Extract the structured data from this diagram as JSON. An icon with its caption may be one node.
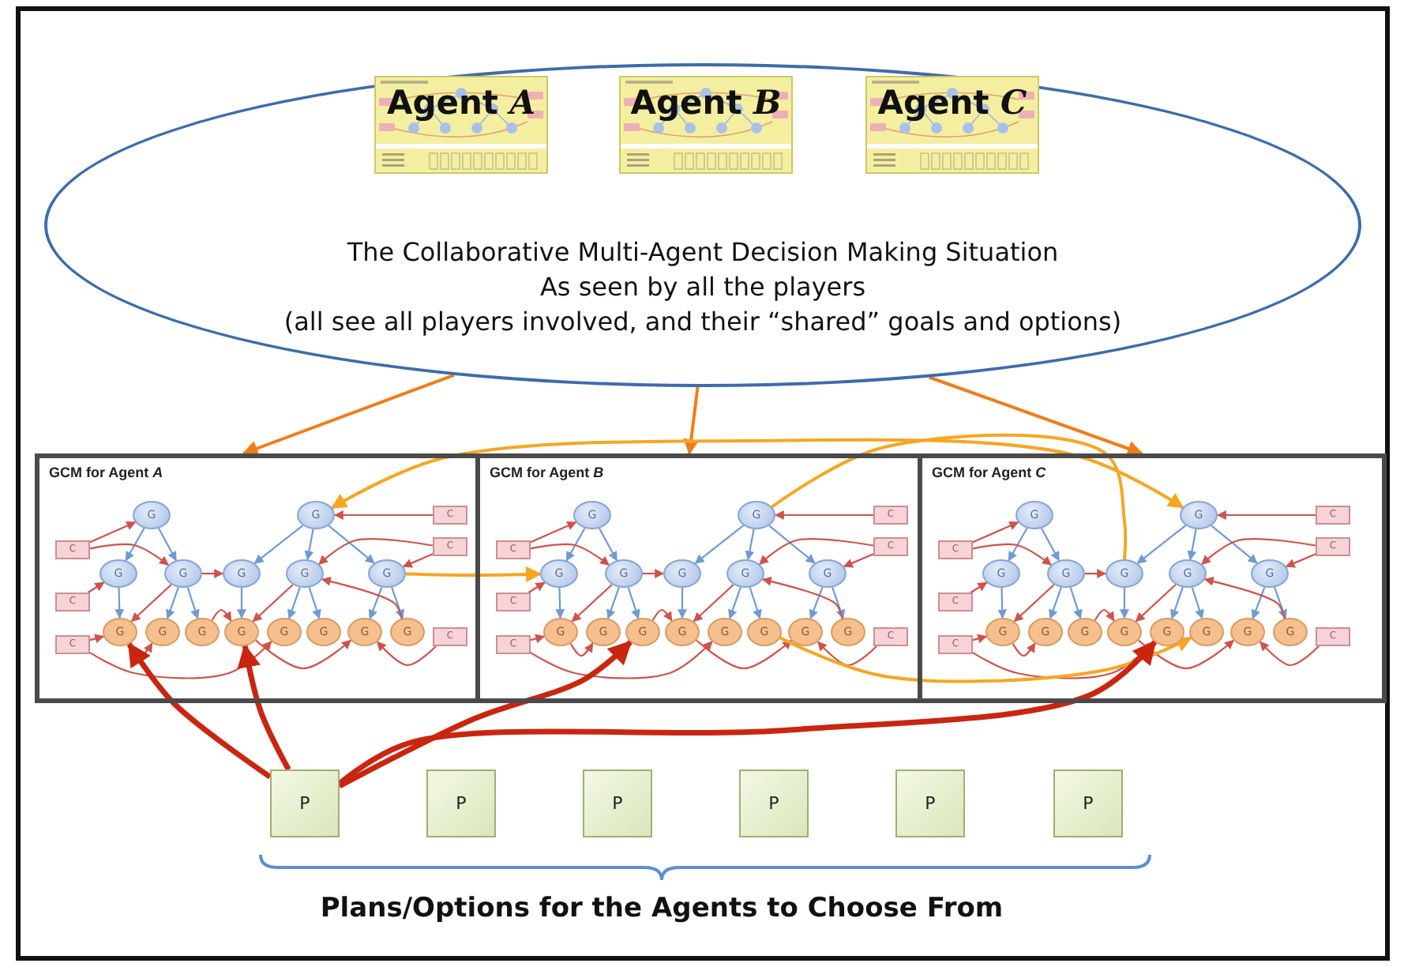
{
  "diagram": {
    "nodes": [
      {
        "text": [
          "The Collaborative Multi-Agent Decision Making Situation",
          "As seen by all the players",
          "(all see all players involved, and their “shared” goals and options)"
        ]
      },
      {
        "text": [
          "Agent *A*"
        ],
        "in": 0
      },
      {
        "text": [
          "Agent *B*"
        ],
        "in": 0
      },
      {
        "text": [
          "Agent *C*"
        ],
        "in": 0
      },
      {
        "text": [
          "GCM for Agent *A*"
        ]
      },
      {
        "text": [
          "G"
        ],
        "in": 4
      },
      {
        "text": [
          "G"
        ],
        "in": 4
      },
      {
        "text": [
          "C"
        ],
        "in": 4
      },
      {
        "text": [
          "C"
        ],
        "in": 4
      },
      {
        "text": [
          "C"
        ],
        "in": 4
      },
      {
        "text": [
          "G"
        ],
        "in": 4
      },
      {
        "text": [
          "G"
        ],
        "in": 4
      },
      {
        "text": [
          "G"
        ],
        "in": 4
      },
      {
        "text": [
          "G"
        ],
        "in": 4
      },
      {
        "text": [
          "G"
        ],
        "in": 4
      },
      {
        "text": [
          "C"
        ],
        "in": 4
      },
      {
        "text": [
          "C"
        ],
        "in": 4
      },
      {
        "text": [
          "G"
        ],
        "in": 4
      },
      {
        "text": [
          "G"
        ],
        "in": 4
      },
      {
        "text": [
          "G"
        ],
        "in": 4
      },
      {
        "text": [
          "G"
        ],
        "in": 4
      },
      {
        "text": [
          "G"
        ],
        "in": 4
      },
      {
        "text": [
          "G"
        ],
        "in": 4
      },
      {
        "text": [
          "G"
        ],
        "in": 4
      },
      {
        "text": [
          "G"
        ],
        "in": 4
      },
      {
        "text": [
          "C"
        ],
        "in": 4
      },
      {
        "text": [
          "GCM for Agent *B*"
        ]
      },
      {
        "text": [
          "G"
        ],
        "in": 26
      },
      {
        "text": [
          "G"
        ],
        "in": 26
      },
      {
        "text": [
          "C"
        ],
        "in": 26
      },
      {
        "text": [
          "C"
        ],
        "in": 26
      },
      {
        "text": [
          "C"
        ],
        "in": 26
      },
      {
        "text": [
          "G"
        ],
        "in": 26
      },
      {
        "text": [
          "G"
        ],
        "in": 26
      },
      {
        "text": [
          "G"
        ],
        "in": 26
      },
      {
        "text": [
          "G"
        ],
        "in": 26
      },
      {
        "text": [
          "G"
        ],
        "in": 26
      },
      {
        "text": [
          "C"
        ],
        "in": 26
      },
      {
        "text": [
          "C"
        ],
        "in": 26
      },
      {
        "text": [
          "G"
        ],
        "in": 26
      },
      {
        "text": [
          "G"
        ],
        "in": 26
      },
      {
        "text": [
          "G"
        ],
        "in": 26
      },
      {
        "text": [
          "G"
        ],
        "in": 26
      },
      {
        "text": [
          "G"
        ],
        "in": 26
      },
      {
        "text": [
          "G"
        ],
        "in": 26
      },
      {
        "text": [
          "G"
        ],
        "in": 26
      },
      {
        "text": [
          "G"
        ],
        "in": 26
      },
      {
        "text": [
          "C"
        ],
        "in": 26
      },
      {
        "text": [
          "GCM for Agent *C*"
        ]
      },
      {
        "text": [
          "G"
        ],
        "in": 48
      },
      {
        "text": [
          "G"
        ],
        "in": 48
      },
      {
        "text": [
          "C"
        ],
        "in": 48
      },
      {
        "text": [
          "C"
        ],
        "in": 48
      },
      {
        "text": [
          "C"
        ],
        "in": 48
      },
      {
        "text": [
          "G"
        ],
        "in": 48
      },
      {
        "text": [
          "G"
        ],
        "in": 48
      },
      {
        "text": [
          "G"
        ],
        "in": 48
      },
      {
        "text": [
          "G"
        ],
        "in": 48
      },
      {
        "text": [
          "G"
        ],
        "in": 48
      },
      {
        "text": [
          "C"
        ],
        "in": 48
      },
      {
        "text": [
          "C"
        ],
        "in": 48
      },
      {
        "text": [
          "G"
        ],
        "in": 48
      },
      {
        "text": [
          "G"
        ],
        "in": 48
      },
      {
        "text": [
          "G"
        ],
        "in": 48
      },
      {
        "text": [
          "G"
        ],
        "in": 48
      },
      {
        "text": [
          "G"
        ],
        "in": 48
      },
      {
        "text": [
          "G"
        ],
        "in": 48
      },
      {
        "text": [
          "G"
        ],
        "in": 48
      },
      {
        "text": [
          "G"
        ],
        "in": 48
      },
      {
        "text": [
          "C"
        ],
        "in": 48
      },
      {
        "text": [
          "P"
        ]
      },
      {
        "text": [
          "P"
        ]
      },
      {
        "text": [
          "P"
        ]
      },
      {
        "text": [
          "P"
        ]
      },
      {
        "text": [
          "P"
        ]
      },
      {
        "text": [
          "P"
        ]
      }
    ],
    "edges": [
      {
        "from": 5,
        "to": 10,
        "arrow": "to",
        "color": "#6f9ad4"
      },
      {
        "from": 5,
        "to": 11,
        "arrow": "to",
        "color": "#6f9ad4"
      },
      {
        "from": 6,
        "to": 12,
        "arrow": "to",
        "color": "#6f9ad4"
      },
      {
        "from": 6,
        "to": 13,
        "arrow": "to",
        "color": "#6f9ad4"
      },
      {
        "from": 6,
        "to": 14,
        "arrow": "to",
        "color": "#6f9ad4"
      },
      {
        "from": 10,
        "to": 17,
        "arrow": "to",
        "color": "#6f9ad4"
      },
      {
        "from": 11,
        "to": 18,
        "arrow": "to",
        "color": "#6f9ad4"
      },
      {
        "from": 11,
        "to": 19,
        "arrow": "to",
        "color": "#6f9ad4"
      },
      {
        "from": 12,
        "to": 20,
        "arrow": "to",
        "color": "#6f9ad4"
      },
      {
        "from": 13,
        "to": 21,
        "arrow": "to",
        "color": "#6f9ad4"
      },
      {
        "from": 13,
        "to": 22,
        "arrow": "to",
        "color": "#6f9ad4"
      },
      {
        "from": 14,
        "to": 23,
        "arrow": "to",
        "color": "#6f9ad4"
      },
      {
        "from": 14,
        "to": 24,
        "arrow": "to",
        "color": "#6f9ad4"
      },
      {
        "from": 8,
        "to": 5,
        "arrow": "to"
      },
      {
        "from": 8,
        "to": 11,
        "arrow": "to"
      },
      {
        "from": 7,
        "to": 6,
        "arrow": "to"
      },
      {
        "from": 9,
        "to": 13,
        "arrow": "to"
      },
      {
        "from": 9,
        "to": 14,
        "arrow": "to"
      },
      {
        "from": 15,
        "to": 10,
        "arrow": "to"
      },
      {
        "from": 16,
        "to": 17,
        "arrow": "to"
      },
      {
        "from": 16,
        "to": 21,
        "arrow": "to"
      },
      {
        "from": 25,
        "to": 23,
        "arrow": "to"
      },
      {
        "from": 11,
        "to": 12,
        "arrow": "to"
      },
      {
        "from": 11,
        "to": 17,
        "arrow": "to"
      },
      {
        "from": 13,
        "to": 20,
        "arrow": "to"
      },
      {
        "from": 24,
        "to": 13,
        "arrow": "to"
      },
      {
        "from": 19,
        "to": 20,
        "arrow": "to"
      },
      {
        "from": 17,
        "to": 18,
        "arrow": "to"
      },
      {
        "from": 20,
        "to": 23,
        "arrow": "to"
      },
      {
        "from": 27,
        "to": 32,
        "arrow": "to",
        "color": "#6f9ad4"
      },
      {
        "from": 27,
        "to": 33,
        "arrow": "to",
        "color": "#6f9ad4"
      },
      {
        "from": 28,
        "to": 34,
        "arrow": "to",
        "color": "#6f9ad4"
      },
      {
        "from": 28,
        "to": 35,
        "arrow": "to",
        "color": "#6f9ad4"
      },
      {
        "from": 28,
        "to": 36,
        "arrow": "to",
        "color": "#6f9ad4"
      },
      {
        "from": 32,
        "to": 39,
        "arrow": "to",
        "color": "#6f9ad4"
      },
      {
        "from": 33,
        "to": 40,
        "arrow": "to",
        "color": "#6f9ad4"
      },
      {
        "from": 33,
        "to": 41,
        "arrow": "to",
        "color": "#6f9ad4"
      },
      {
        "from": 34,
        "to": 42,
        "arrow": "to",
        "color": "#6f9ad4"
      },
      {
        "from": 35,
        "to": 43,
        "arrow": "to",
        "color": "#6f9ad4"
      },
      {
        "from": 35,
        "to": 44,
        "arrow": "to",
        "color": "#6f9ad4"
      },
      {
        "from": 36,
        "to": 45,
        "arrow": "to",
        "color": "#6f9ad4"
      },
      {
        "from": 36,
        "to": 46,
        "arrow": "to",
        "color": "#6f9ad4"
      },
      {
        "from": 30,
        "to": 27,
        "arrow": "to"
      },
      {
        "from": 30,
        "to": 33,
        "arrow": "to"
      },
      {
        "from": 29,
        "to": 28,
        "arrow": "to"
      },
      {
        "from": 31,
        "to": 35,
        "arrow": "to"
      },
      {
        "from": 31,
        "to": 36,
        "arrow": "to"
      },
      {
        "from": 37,
        "to": 32,
        "arrow": "to"
      },
      {
        "from": 38,
        "to": 39,
        "arrow": "to"
      },
      {
        "from": 38,
        "to": 43,
        "arrow": "to"
      },
      {
        "from": 47,
        "to": 45,
        "arrow": "to"
      },
      {
        "from": 33,
        "to": 34,
        "arrow": "to"
      },
      {
        "from": 33,
        "to": 39,
        "arrow": "to"
      },
      {
        "from": 35,
        "to": 42,
        "arrow": "to"
      },
      {
        "from": 46,
        "to": 35,
        "arrow": "to"
      },
      {
        "from": 41,
        "to": 42,
        "arrow": "to"
      },
      {
        "from": 39,
        "to": 40,
        "arrow": "to"
      },
      {
        "from": 42,
        "to": 45,
        "arrow": "to"
      },
      {
        "from": 49,
        "to": 54,
        "arrow": "to",
        "color": "#6f9ad4"
      },
      {
        "from": 49,
        "to": 55,
        "arrow": "to",
        "color": "#6f9ad4"
      },
      {
        "from": 50,
        "to": 56,
        "arrow": "to",
        "color": "#6f9ad4"
      },
      {
        "from": 50,
        "to": 57,
        "arrow": "to",
        "color": "#6f9ad4"
      },
      {
        "from": 50,
        "to": 58,
        "arrow": "to",
        "color": "#6f9ad4"
      },
      {
        "from": 54,
        "to": 61,
        "arrow": "to",
        "color": "#6f9ad4"
      },
      {
        "from": 55,
        "to": 62,
        "arrow": "to",
        "color": "#6f9ad4"
      },
      {
        "from": 55,
        "to": 63,
        "arrow": "to",
        "color": "#6f9ad4"
      },
      {
        "from": 56,
        "to": 64,
        "arrow": "to",
        "color": "#6f9ad4"
      },
      {
        "from": 57,
        "to": 65,
        "arrow": "to",
        "color": "#6f9ad4"
      },
      {
        "from": 57,
        "to": 66,
        "arrow": "to",
        "color": "#6f9ad4"
      },
      {
        "from": 58,
        "to": 67,
        "arrow": "to",
        "color": "#6f9ad4"
      },
      {
        "from": 58,
        "to": 68,
        "arrow": "to",
        "color": "#6f9ad4"
      },
      {
        "from": 52,
        "to": 49,
        "arrow": "to"
      },
      {
        "from": 52,
        "to": 55,
        "arrow": "to"
      },
      {
        "from": 51,
        "to": 50,
        "arrow": "to"
      },
      {
        "from": 53,
        "to": 57,
        "arrow": "to"
      },
      {
        "from": 53,
        "to": 58,
        "arrow": "to"
      },
      {
        "from": 59,
        "to": 54,
        "arrow": "to"
      },
      {
        "from": 60,
        "to": 61,
        "arrow": "to"
      },
      {
        "from": 60,
        "to": 65,
        "arrow": "to"
      },
      {
        "from": 69,
        "to": 67,
        "arrow": "to"
      },
      {
        "from": 55,
        "to": 56,
        "arrow": "to"
      },
      {
        "from": 55,
        "to": 61,
        "arrow": "to"
      },
      {
        "from": 57,
        "to": 64,
        "arrow": "to"
      },
      {
        "from": 68,
        "to": 57,
        "arrow": "to"
      },
      {
        "from": 63,
        "to": 64,
        "arrow": "to"
      },
      {
        "from": 61,
        "to": 62,
        "arrow": "to"
      },
      {
        "from": 64,
        "to": 67,
        "arrow": "to"
      },
      {
        "from": 0,
        "to": 4,
        "arrow": "to",
        "color": "#ef7d1a"
      },
      {
        "from": 0,
        "to": 26,
        "arrow": "to",
        "color": "#ef7d1a"
      },
      {
        "from": 0,
        "to": 48,
        "arrow": "to",
        "color": "#ef7d1a"
      },
      {
        "from": 6,
        "to": 50,
        "arrow": "both",
        "color": "#f5a623"
      },
      {
        "from": 28,
        "to": 56,
        "arrow": "none",
        "color": "#f5a623"
      },
      {
        "from": 14,
        "to": 32,
        "arrow": "to",
        "color": "#f5a623"
      },
      {
        "from": 44,
        "to": 66,
        "arrow": "to",
        "color": "#f5a623"
      },
      {
        "from": 70,
        "to": 17,
        "arrow": "to",
        "style": "thick",
        "color": "#c9260f"
      },
      {
        "from": 70,
        "to": 20,
        "arrow": "to",
        "style": "thick",
        "color": "#c9260f"
      },
      {
        "from": 70,
        "to": 41,
        "arrow": "to",
        "style": "thick",
        "color": "#c9260f"
      },
      {
        "from": 70,
        "to": 65,
        "arrow": "to",
        "style": "thick",
        "color": "#c9260f"
      }
    ],
    "labels": [
      "Plans/Options for the Agents to Choose From"
    ]
  }
}
